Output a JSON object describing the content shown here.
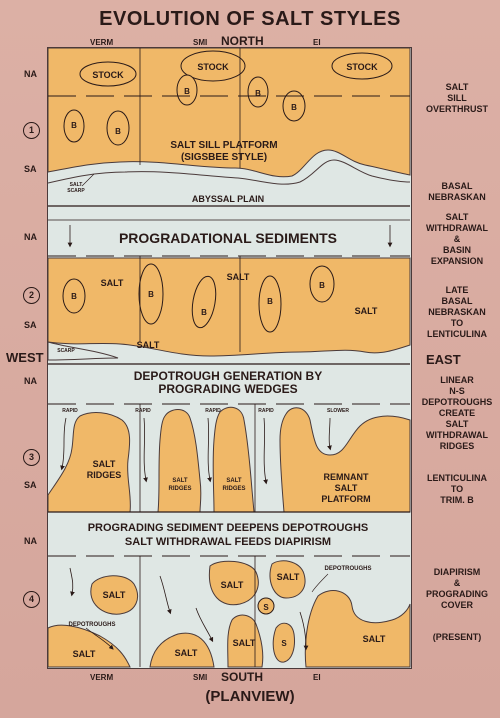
{
  "title": "EVOLUTION OF SALT STYLES",
  "top_labels": {
    "left": "VERM",
    "mid": "SMI",
    "north": "NORTH",
    "right": "EI"
  },
  "bottom_labels": {
    "left": "VERM",
    "mid": "SMI",
    "south": "SOUTH",
    "right": "EI",
    "planview": "(PLANVIEW)"
  },
  "side": {
    "west": "WEST",
    "east": "EAST"
  },
  "left_labels": [
    "NA",
    "SA",
    "NA",
    "SA",
    "NA",
    "SA",
    "NA"
  ],
  "stages": [
    "1",
    "2",
    "3",
    "4"
  ],
  "right_labels": [
    "SALT\nSILL\nOVERTHRUST",
    "BASAL\nNEBRASKAN",
    "SALT\nWITHDRAWAL\n&\nBASIN\nEXPANSION",
    "LATE\nBASAL\nNEBRASKAN\nTO\nLENTICULINA",
    "LINEAR\nN-S\nDEPOTROUGHS\nCREATE\nSALT\nWITHDRAWAL\nRIDGES",
    "LENTICULINA\nTO\nTRIM. B",
    "DIAPIRISM\n&\nPROGRADING\nCOVER",
    "(PRESENT)"
  ],
  "panel1": {
    "stock1": "STOCK",
    "stock2": "STOCK",
    "stock3": "STOCK",
    "b": "B",
    "platform1": "SALT SILL PLATFORM",
    "platform2": "(SIGSBEE STYLE)",
    "scarp1": "SALT",
    "scarp2": "SCARP",
    "abyssal": "ABYSSAL PLAIN"
  },
  "header2": "PROGRADATIONAL SEDIMENTS",
  "panel2": {
    "salt": "SALT",
    "b": "B",
    "scarp": "SCARP"
  },
  "header3": [
    "DEPOTROUGH GENERATION BY",
    "PROGRADING WEDGES"
  ],
  "panel3": {
    "rapid": "RAPID",
    "slower": "SLOWER",
    "ridges1": "SALT",
    "ridges2": "RIDGES",
    "remnant1": "REMNANT",
    "remnant2": "SALT",
    "remnant3": "PLATFORM"
  },
  "header4": [
    "PROGRADING SEDIMENT DEEPENS DEPOTROUGHS",
    "SALT WITHDRAWAL FEEDS DIAPIRISM"
  ],
  "panel4": {
    "salt": "SALT",
    "s": "S",
    "depotroughs": "DEPOTROUGHS"
  },
  "colors": {
    "salt": "#f0b868",
    "sediment": "#dfe7e4",
    "background": "#d9aba1",
    "ink": "#2a1a18"
  }
}
